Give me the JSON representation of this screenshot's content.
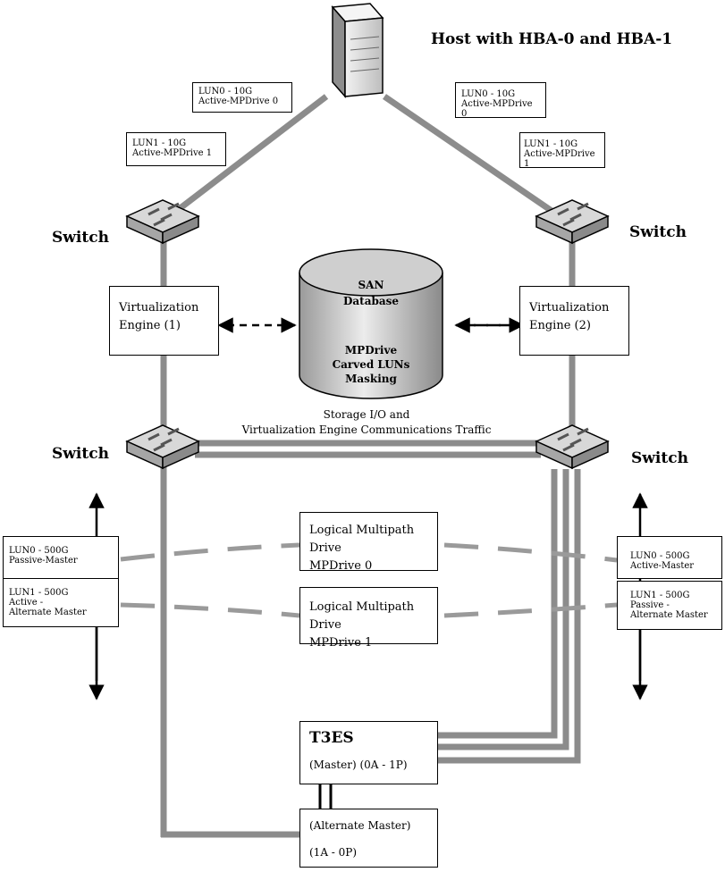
{
  "host": {
    "title": "Host with HBA-0 and HBA-1"
  },
  "switches": {
    "label": "Switch"
  },
  "lun_labels": {
    "left_lun0": [
      "LUN0 - 10G",
      "Active-MPDrive 0"
    ],
    "left_lun1": [
      "LUN1 - 10G",
      "Active-MPDrive 1"
    ],
    "right_lun0": [
      "LUN0 - 10G",
      "Active-MPDrive 0"
    ],
    "right_lun1": [
      "LUN1 - 10G",
      "Active-MPDrive 1"
    ]
  },
  "virtualization": {
    "left": [
      "Virtualization",
      "Engine (1)"
    ],
    "right": [
      "Virtualization",
      "Engine (2)"
    ]
  },
  "database": {
    "top": [
      "SAN",
      "Database"
    ],
    "bottom": [
      "MPDrive",
      "Carved LUNs",
      "Masking"
    ]
  },
  "traffic": [
    "Storage I/O and",
    "Virtualization Engine Communications Traffic"
  ],
  "multipath": {
    "drive0": [
      "Logical Multipath Drive",
      "MPDrive 0"
    ],
    "drive1": [
      "Logical Multipath Drive",
      "MPDrive 1"
    ]
  },
  "storage_luns": {
    "left_lun0": [
      "LUN0 - 500G",
      "Passive-Master"
    ],
    "left_lun1": [
      "LUN1 - 500G",
      "Active -",
      "Alternate Master"
    ],
    "right_lun0": [
      "LUN0 - 500G",
      "Active-Master"
    ],
    "right_lun1": [
      "LUN1 - 500G",
      "Passive -",
      "Alternate Master"
    ]
  },
  "t3es": {
    "title": "T3ES",
    "master": "(Master) (0A - 1P)",
    "alternate_label": "(Alternate Master)",
    "alternate_ports": "(1A - 0P)"
  }
}
